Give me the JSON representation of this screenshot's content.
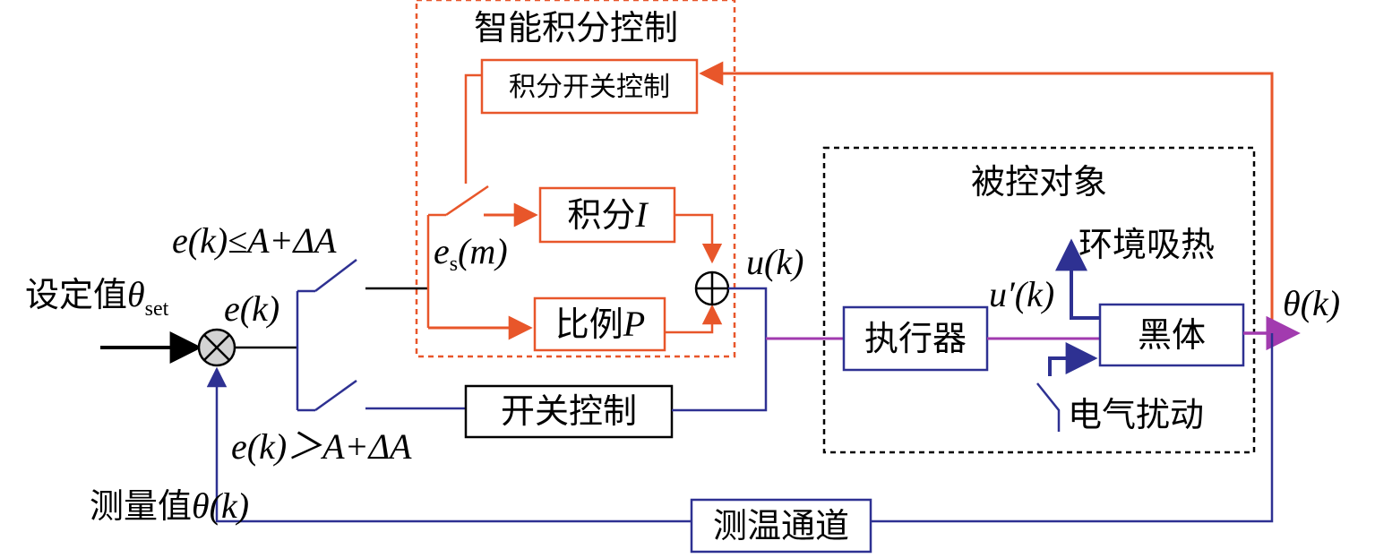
{
  "colors": {
    "orange": "#E8562A",
    "blue": "#2E3192",
    "purple": "#A23BAF",
    "black": "#000000",
    "sum_fill": "#D3D3D3"
  },
  "groups": {
    "intelligent_integral": "智能积分控制",
    "controlled_object": "被控对象"
  },
  "blocks": {
    "integral_switch_control": "积分开关控制",
    "integral": "积分",
    "integral_symbol": "I",
    "proportional": "比例",
    "proportional_symbol": "P",
    "switch_control": "开关控制",
    "actuator": "执行器",
    "blackbody": "黑体",
    "temp_channel": "测温通道"
  },
  "labels": {
    "setpoint": "设定值",
    "setpoint_symbol": "θ",
    "setpoint_sub": "set",
    "error": "e(k)",
    "cond_le_prefix": "e(k)≤",
    "cond_le_suffix": "A+ΔA",
    "cond_gt_prefix": "e(k)＞",
    "cond_gt_suffix": "A+ΔA",
    "es_e": "e",
    "es_sub": "s",
    "es_m": "(m)",
    "u": "u(k)",
    "u_prime": "u′(k)",
    "theta": "θ(k)",
    "env_absorb": "环境吸热",
    "elec_disturb": "电气扰动",
    "measured": "测量值",
    "measured_symbol": "θ(k)"
  }
}
